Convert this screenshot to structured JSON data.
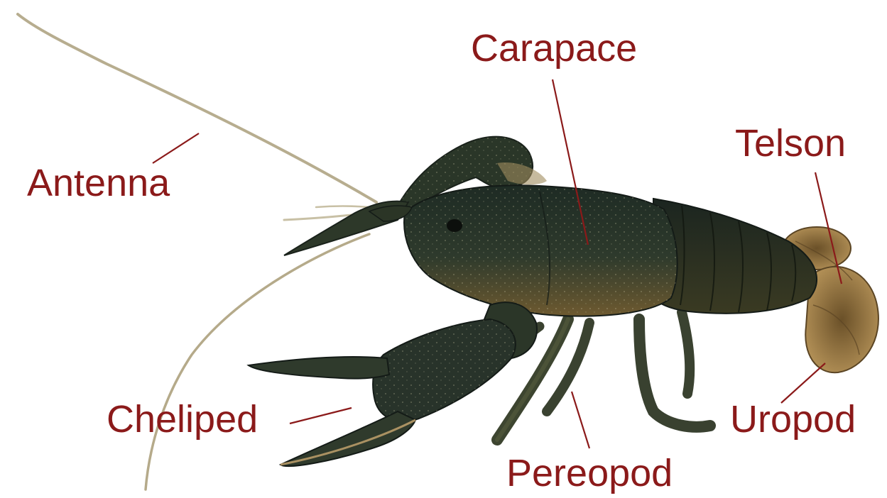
{
  "labels": {
    "carapace": "Carapace",
    "telson": "Telson",
    "antenna": "Antenna",
    "cheliped": "Cheliped",
    "pereopod": "Pereopod",
    "uropod": "Uropod"
  },
  "colors": {
    "label_text": "#8b1a1a",
    "leader_line": "#8b1a1a",
    "body_dark": "#1f2a22",
    "body_mid": "#34402f",
    "body_warm": "#6b5a33",
    "tail_fan": "#9a7a4a",
    "antenna": "#b7ad8f"
  }
}
